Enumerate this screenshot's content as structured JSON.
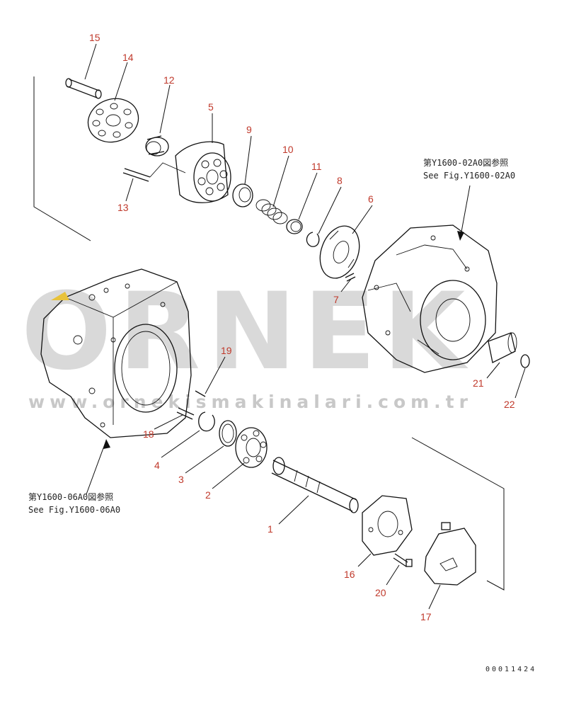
{
  "watermark": {
    "brand": "ORNEK",
    "url": "www.ornekismakinalari.com.tr"
  },
  "references": {
    "upper_jp": "第Y1600-02A0図参照",
    "upper_en": "See Fig.Y1600-02A0",
    "lower_jp": "第Y1600-06A0図参照",
    "lower_en": "See Fig.Y1600-06A0"
  },
  "document_number": "00011424",
  "callouts": [
    {
      "id": "c1",
      "label": "1"
    },
    {
      "id": "c2",
      "label": "2"
    },
    {
      "id": "c3",
      "label": "3"
    },
    {
      "id": "c4",
      "label": "4"
    },
    {
      "id": "c5",
      "label": "5"
    },
    {
      "id": "c6",
      "label": "6"
    },
    {
      "id": "c7",
      "label": "7"
    },
    {
      "id": "c8",
      "label": "8"
    },
    {
      "id": "c9",
      "label": "9"
    },
    {
      "id": "c10",
      "label": "10"
    },
    {
      "id": "c11",
      "label": "11"
    },
    {
      "id": "c12",
      "label": "12"
    },
    {
      "id": "c13",
      "label": "13"
    },
    {
      "id": "c14",
      "label": "14"
    },
    {
      "id": "c15",
      "label": "15"
    },
    {
      "id": "c16",
      "label": "16"
    },
    {
      "id": "c17",
      "label": "17"
    },
    {
      "id": "c18",
      "label": "18"
    },
    {
      "id": "c19",
      "label": "19"
    },
    {
      "id": "c20",
      "label": "20"
    },
    {
      "id": "c21",
      "label": "21"
    },
    {
      "id": "c22",
      "label": "22"
    }
  ],
  "colors": {
    "callout": "#c0392b",
    "line": "#111111",
    "watermark": "#d9d9d9",
    "accent": "#e8c23a"
  }
}
